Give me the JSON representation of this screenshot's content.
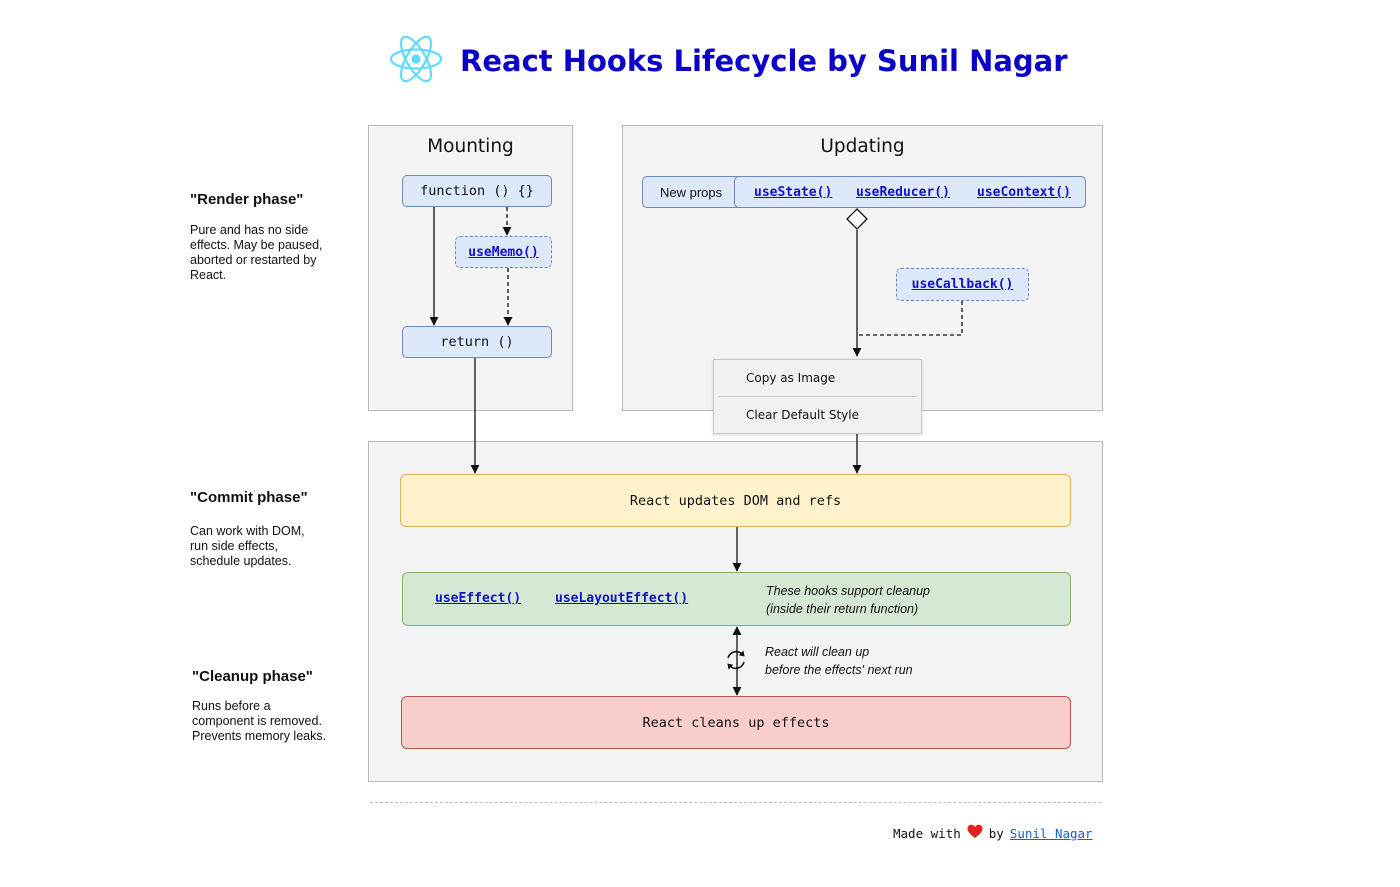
{
  "title": "React Hooks Lifecycle by Sunil Nagar",
  "phases": {
    "render": {
      "heading": "\"Render phase\"",
      "desc": "Pure and has no side\neffects. May be paused,\naborted or restarted by\nReact."
    },
    "commit": {
      "heading": "\"Commit phase\"",
      "desc": "Can work with DOM,\nrun side effects,\nschedule updates."
    },
    "cleanup": {
      "heading": "\"Cleanup phase\"",
      "desc": "Runs before a\ncomponent is removed.\nPrevents memory leaks."
    }
  },
  "mounting": {
    "title": "Mounting",
    "function_node": "function () {}",
    "use_memo": "useMemo()",
    "return_node": "return ()"
  },
  "updating": {
    "title": "Updating",
    "new_props": "New props",
    "use_state": "useState()",
    "use_reducer": "useReducer()",
    "use_context": "useContext()",
    "use_callback": "useCallback()"
  },
  "context_menu": {
    "copy_as_image": "Copy as Image",
    "clear_default_style": "Clear Default Style"
  },
  "commit": {
    "dom_update": "React updates DOM and refs",
    "use_effect": "useEffect()",
    "use_layout_effect": "useLayoutEffect()",
    "cleanup_note": "These hooks support cleanup\n(inside their return function)",
    "rerun_note": "React will clean up\nbefore the effects' next run",
    "cleanup_box": "React cleans up effects"
  },
  "colors": {
    "title": "#0b00c9",
    "link": "#1212c8",
    "react_logo": "#61dafb",
    "node_fill": "#dde9fb",
    "yellow_fill": "#fff2cc",
    "green_fill": "#d5e8d4",
    "red_fill": "#f8cecc",
    "heart": "#e0231f"
  },
  "footer": {
    "made_with": "Made with",
    "heart_icon": "heart-icon",
    "by": "by",
    "author": "Sunil Nagar"
  }
}
